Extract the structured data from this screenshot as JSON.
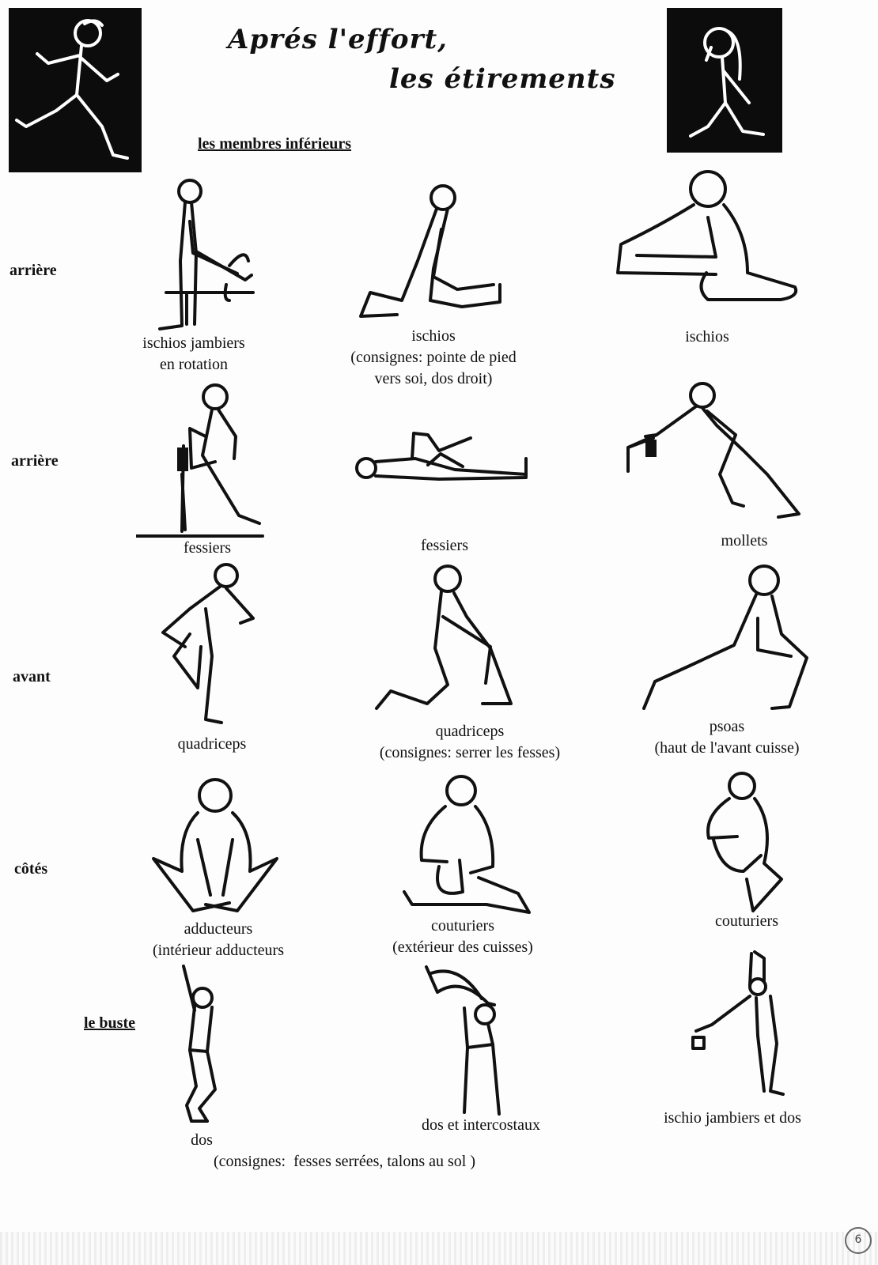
{
  "title": {
    "line1": "Aprés l'effort,",
    "line2": "les étirements"
  },
  "section_lower": "les membres inférieurs",
  "section_torso": "le buste",
  "row_labels": {
    "r1": "arrière",
    "r2": "arrière",
    "r3": "avant",
    "r4": "côtés"
  },
  "captions": {
    "r1c1": [
      "ischios jambiers",
      "en rotation"
    ],
    "r1c2": [
      "ischios",
      "(consignes: pointe de pied",
      "vers soi, dos droit)"
    ],
    "r1c3": [
      "ischios"
    ],
    "r2c1": [
      "fessiers"
    ],
    "r2c2": [
      "fessiers"
    ],
    "r2c3": [
      "mollets"
    ],
    "r3c1": [
      "quadriceps"
    ],
    "r3c2": [
      "quadriceps",
      "(consignes: serrer les fesses)"
    ],
    "r3c3": [
      "psoas",
      "(haut de l'avant cuisse)"
    ],
    "r4c1": [
      "adducteurs",
      "(intérieur  adducteurs"
    ],
    "r4c2": [
      "couturiers",
      "(extérieur des cuisses)"
    ],
    "r4c3": [
      "couturiers"
    ],
    "r5c1": [
      "dos"
    ],
    "r5c2": [
      "dos et intercostaux"
    ],
    "r5c3": [
      "ischio jambiers et dos"
    ]
  },
  "bottom_note": "(consignes:  fesses serrées, talons au sol )",
  "page_number": "6",
  "icons": {
    "cartoon_left": "running-cartoon-icon",
    "cartoon_right": "exhausted-runner-cartoon-icon"
  }
}
